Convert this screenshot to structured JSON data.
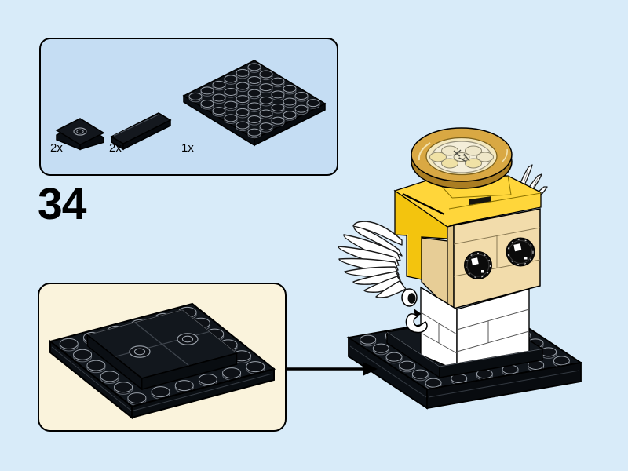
{
  "page": {
    "background_color": "#d8ebf9",
    "kind": "lego-building-instruction-step"
  },
  "step": {
    "number": "34"
  },
  "parts_panel": {
    "background_color": "#c5ddf3",
    "border_color": "#000000",
    "parts": [
      {
        "name": "black-2x2-jumper-plate",
        "count": "2x"
      },
      {
        "name": "black-1x4-tile",
        "count": "2x"
      },
      {
        "name": "black-6x6-plate",
        "count": "1x"
      }
    ]
  },
  "callout": {
    "background_color": "#faf3dc",
    "border_color": "#000000",
    "shows": "black-base-subassembly"
  },
  "arrow": {
    "direction": "right",
    "color": "#000000"
  },
  "model": {
    "name": "brickheadz-angel-figure",
    "colors": {
      "halo_gold": "#d9a843",
      "halo_gold_dark": "#aa7d22",
      "hair_yellow_top": "#ffd63a",
      "hair_yellow_side": "#f3c40e",
      "face_tan": "#f2dcab",
      "face_tan_shadow": "#e0c487",
      "head_side_tan": "#e7cd96",
      "eye_black": "#0b0b0b",
      "wing_white": "#ffffff",
      "body_white": "#ffffff",
      "base_black": "#0d1117"
    }
  }
}
